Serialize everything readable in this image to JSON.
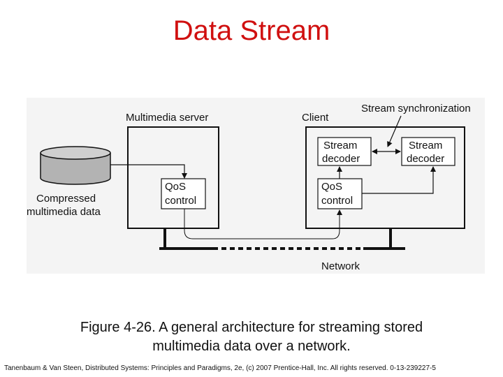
{
  "title": "Data Stream",
  "diagram": {
    "multimedia_server_label": "Multimedia server",
    "client_label": "Client",
    "stream_sync_label": "Stream synchronization",
    "storage_label_line1": "Compressed",
    "storage_label_line2": "multimedia data",
    "server_qos_line1": "QoS",
    "server_qos_line2": "control",
    "client_qos_line1": "QoS",
    "client_qos_line2": "control",
    "decoder1_line1": "Stream",
    "decoder1_line2": "decoder",
    "decoder2_line1": "Stream",
    "decoder2_line2": "decoder",
    "network_label": "Network"
  },
  "caption_line1": "Figure 4-26. A general architecture for streaming stored",
  "caption_line2": "multimedia data over a network.",
  "footer": "Tanenbaum & Van Steen, Distributed Systems: Principles and Paradigms, 2e, (c) 2007 Prentice-Hall, Inc. All rights reserved. 0-13-239227-5"
}
